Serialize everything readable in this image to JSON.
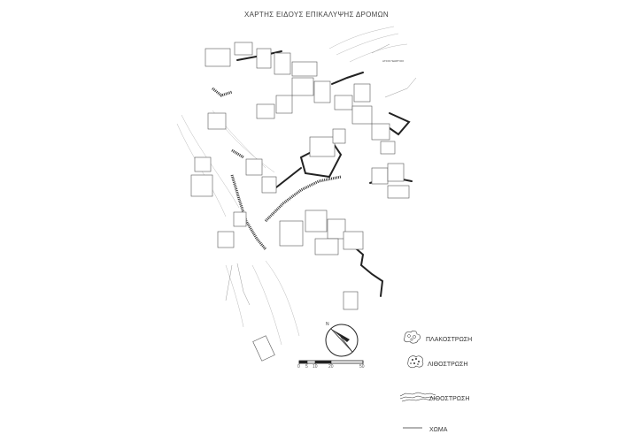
{
  "map": {
    "title": "ΧΑΡΤΗΣ ΕΙΔΟΥΣ ΕΠΙΚΑΛΥΨΗΣ ΔΡΟΜΩΝ"
  },
  "legend": {
    "items": [
      {
        "label": "ΠΛΑΚΟΣΤΡΩΣΗ",
        "pattern": "pebble-outline"
      },
      {
        "label": "ΛΙΘΟΣΤΡΩΣΗ",
        "pattern": "stone-dense"
      },
      {
        "label": "ΛΙΘΟΣΤΡΩΣΗ",
        "pattern": "stone-linear"
      },
      {
        "label": "ΧΩΜΑ",
        "pattern": "plain-line"
      }
    ]
  },
  "scale_bar": {
    "ticks": [
      "0",
      "5",
      "10",
      "20",
      "50"
    ]
  },
  "north_arrow": {
    "symbol": "N"
  },
  "colors": {
    "ink": "#333333",
    "road_outline": "#222222",
    "building_outline": "#555555"
  }
}
